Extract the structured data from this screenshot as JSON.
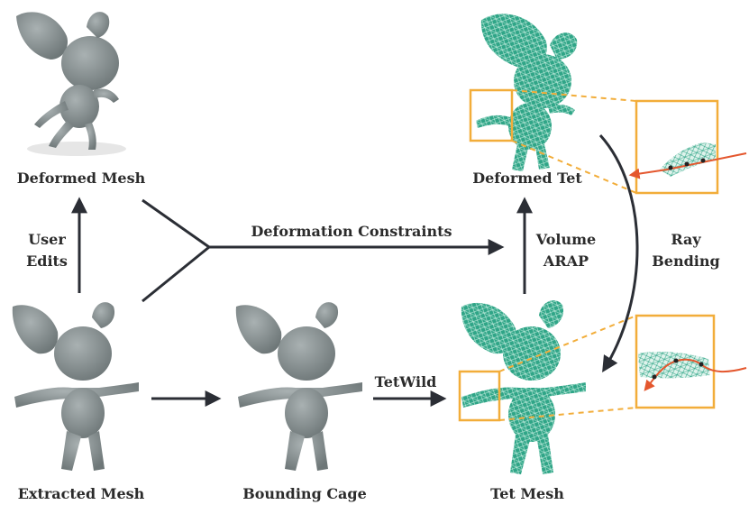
{
  "labels": {
    "deformed_mesh": "Deformed Mesh",
    "extracted_mesh": "Extracted Mesh",
    "bounding_cage": "Bounding Cage",
    "tet_mesh": "Tet Mesh",
    "deformed_tet": "Deformed Tet",
    "deformation_constraints": "Deformation Constraints",
    "tetwild": "TetWild",
    "user_edits_line1": "User",
    "user_edits_line2": "Edits",
    "volume_arap_line1": "Volume",
    "volume_arap_line2": "ARAP",
    "ray_bending_line1": "Ray",
    "ray_bending_line2": "Bending"
  },
  "colors": {
    "mesh_gray": "#8a9394",
    "mesh_gray_dark": "#6e7778",
    "tet_green": "#2fa587",
    "tet_green_light": "#5fc2a6",
    "highlight_box": "#f2ad3a",
    "ray_red": "#e4572e",
    "arrow": "#2b2e35"
  }
}
